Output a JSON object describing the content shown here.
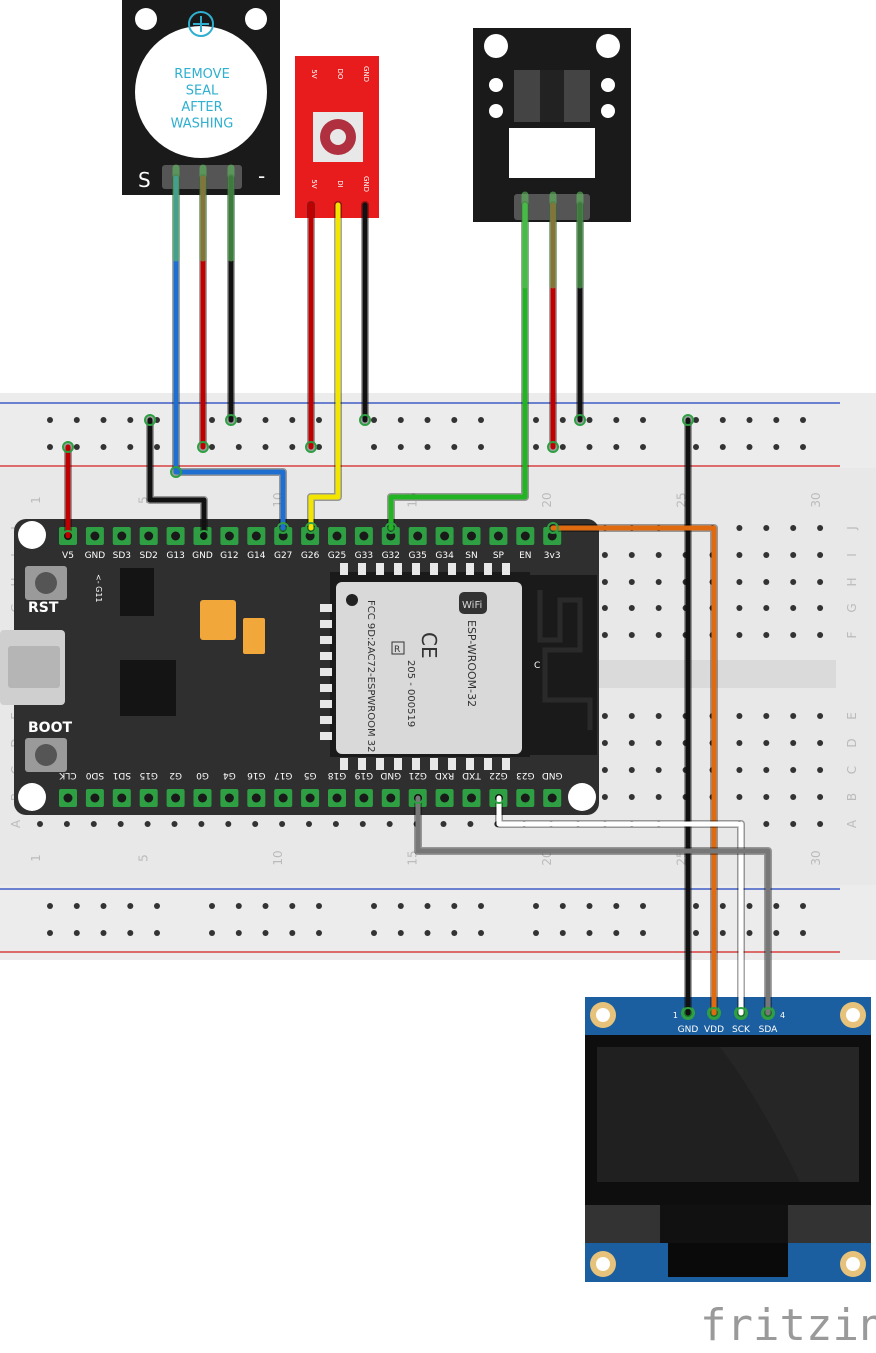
{
  "colors": {
    "breadboard": "#e8e8e8",
    "rail_red": "#d22020",
    "rail_blue": "#2040c0",
    "board": "#2f2f2f",
    "pin": "#2ea043",
    "wire_red": "#c00000",
    "wire_black": "#111111",
    "wire_blue": "#1f6fd0",
    "wire_yellow": "#f2e600",
    "wire_green": "#22b422",
    "wire_orange": "#e06a10",
    "wire_white": "#ffffff",
    "wire_gray": "#777777",
    "oled_blue": "#1c5fa0",
    "led_module_red": "#e81c1c"
  },
  "buzzer": {
    "label_lines": [
      "REMOVE",
      "SEAL",
      "AFTER",
      "WASHING"
    ],
    "pin_s": "S",
    "pin_minus": "-",
    "plus_icon": "plus-icon"
  },
  "led_module": {
    "top_pins": [
      "5V",
      "DO",
      "GND"
    ],
    "bottom_pins": [
      "5V",
      "DI",
      "GND"
    ]
  },
  "esp32": {
    "top_pins": [
      "V5",
      "GND",
      "SD3",
      "SD2",
      "G13",
      "GND",
      "G12",
      "G14",
      "G27",
      "G26",
      "G25",
      "G33",
      "G32",
      "G35",
      "G34",
      "SN",
      "SP",
      "EN",
      "3v3"
    ],
    "bottom_pins": [
      "CLK",
      "SD0",
      "SD1",
      "G15",
      "G2",
      "G0",
      "G4",
      "G16",
      "G17",
      "G5",
      "G18",
      "G19",
      "GND",
      "G21",
      "RXD",
      "TXD",
      "G22",
      "G23",
      "GND"
    ],
    "rst_label": "RST",
    "boot_label": "BOOT",
    "g11_label": "<- G11",
    "module_fcc": "FCC 9D:2AC72-ESPWROOM 32",
    "module_name": "ESP-WROOM-32",
    "module_cert": "205 - 000519",
    "wifi_badge": "WiFi",
    "ce_mark": "CE",
    "r_mark": "R",
    "c_mark": "C"
  },
  "breadboard": {
    "col_numbers_top": [
      "1",
      "5",
      "10",
      "15",
      "20",
      "25",
      "30"
    ],
    "col_numbers_bottom": [
      "1",
      "5",
      "10",
      "15",
      "20",
      "25",
      "30"
    ],
    "row_letters": [
      "J",
      "I",
      "H",
      "G",
      "F",
      "E",
      "D",
      "C",
      "B",
      "A"
    ]
  },
  "oled": {
    "pins": [
      "GND",
      "VDD",
      "SCK",
      "SDA"
    ],
    "pin_first": "1",
    "pin_last": "4"
  },
  "watermark": "fritzing"
}
